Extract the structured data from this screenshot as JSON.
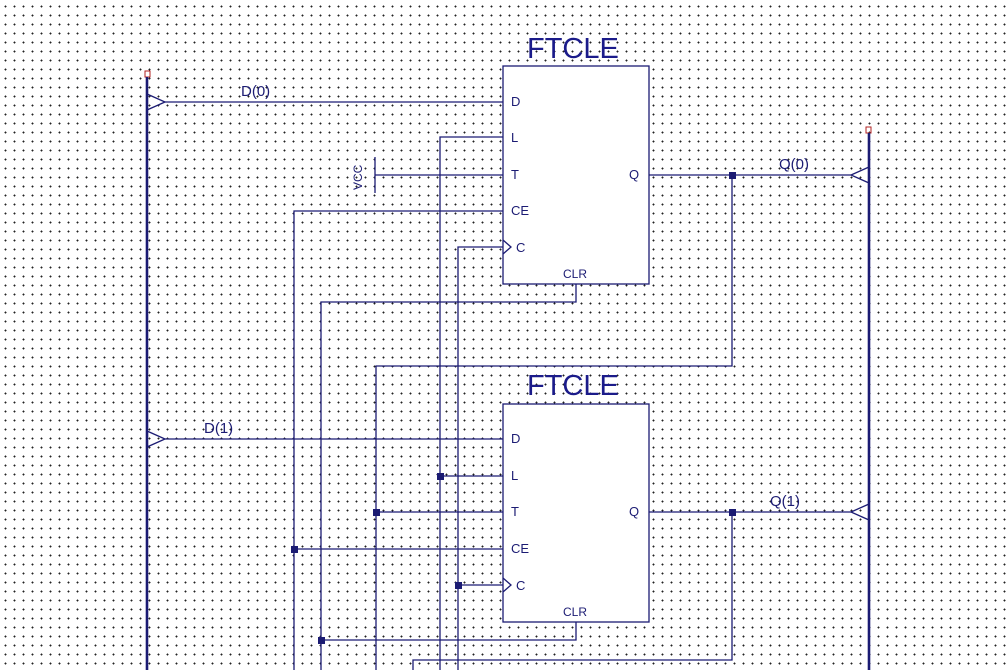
{
  "colors": {
    "wire": "#1b1b73",
    "title": "#1b1b8a",
    "grid_dot": "#222222",
    "bus_marker": "#b22222"
  },
  "components": [
    {
      "type": "FTCLE",
      "pins": {
        "d": "D",
        "l": "L",
        "t": "T",
        "ce": "CE",
        "c": "C",
        "q": "Q",
        "clr": "CLR"
      }
    },
    {
      "type": "FTCLE",
      "pins": {
        "d": "D",
        "l": "L",
        "t": "T",
        "ce": "CE",
        "c": "C",
        "q": "Q",
        "clr": "CLR"
      }
    }
  ],
  "nets": {
    "d0": "D(0)",
    "d1": "D(1)",
    "q0": "Q(0)",
    "q1": "Q(1)",
    "vcc": "VCC"
  }
}
